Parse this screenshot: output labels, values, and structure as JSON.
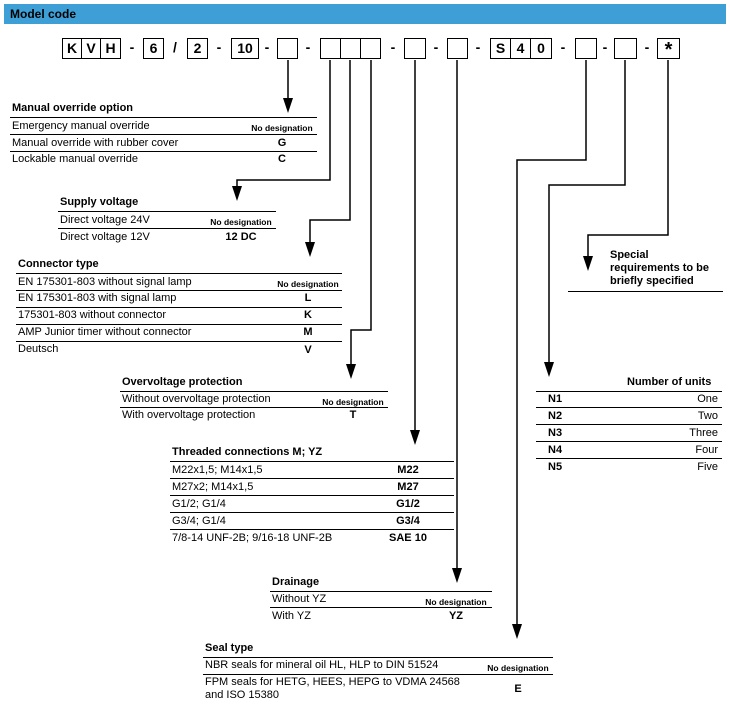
{
  "header": {
    "title": "Model code"
  },
  "model_code": {
    "boxes": [
      "K",
      "V",
      "H",
      "6",
      "2",
      "10",
      "",
      "",
      "",
      "",
      "",
      "",
      "S",
      "4",
      "0",
      "",
      "",
      "*"
    ],
    "separators": [
      "-",
      "/",
      "-",
      "-",
      "-",
      "-",
      "-",
      "-",
      "-",
      "-"
    ]
  },
  "manual_override": {
    "title": "Manual override option",
    "rows": [
      {
        "label": "Emergency manual override",
        "code": "No designation"
      },
      {
        "label": "Manual override with rubber cover",
        "code": "G"
      },
      {
        "label": "Lockable manual override",
        "code": "C"
      }
    ]
  },
  "supply_voltage": {
    "title": "Supply voltage",
    "rows": [
      {
        "label": "Direct voltage 24V",
        "code": "No designation"
      },
      {
        "label": "Direct voltage 12V",
        "code": "12 DC"
      }
    ]
  },
  "connector_type": {
    "title": "Connector type",
    "rows": [
      {
        "label": "EN 175301-803 without signal lamp",
        "code": "No designation"
      },
      {
        "label": "EN 175301-803 with signal lamp",
        "code": "L"
      },
      {
        "label": " 175301-803 without connector",
        "code": "K"
      },
      {
        "label": "AMP Junior timer without connector",
        "code": "M"
      },
      {
        "label": "Deutsch",
        "code": "V"
      }
    ]
  },
  "overvoltage": {
    "title": "Overvoltage protection",
    "rows": [
      {
        "label": "Without overvoltage protection",
        "code": "No designation"
      },
      {
        "label": "With overvoltage protection",
        "code": "T"
      }
    ]
  },
  "threaded": {
    "title": "Threaded connections M; YZ",
    "rows": [
      {
        "label": "M22x1,5; M14x1,5",
        "code": "M22"
      },
      {
        "label": "M27x2; M14x1,5",
        "code": "M27"
      },
      {
        "label": "G1/2; G1/4",
        "code": "G1/2"
      },
      {
        "label": "G3/4; G1/4",
        "code": "G3/4"
      },
      {
        "label": "7/8-14 UNF-2B; 9/16-18 UNF-2B",
        "code": "SAE 10"
      }
    ]
  },
  "drainage": {
    "title": "Drainage",
    "rows": [
      {
        "label": "Without YZ",
        "code": "No designation"
      },
      {
        "label": "With YZ",
        "code": "YZ"
      }
    ]
  },
  "seal_type": {
    "title": "Seal type",
    "rows": [
      {
        "label": "NBR seals for mineral oil HL, HLP to DIN 51524",
        "code": "No designation"
      },
      {
        "label_line1": "FPM seals for HETG, HEES, HEPG to VDMA 24568",
        "label_line2": "and ISO 15380",
        "code": "E"
      }
    ]
  },
  "special": {
    "line1": "Special",
    "line2": "requirements to be",
    "line3": "briefly specified"
  },
  "units": {
    "title": "Number of units",
    "rows": [
      {
        "code": "N1",
        "label": "One"
      },
      {
        "code": "N2",
        "label": "Two"
      },
      {
        "code": "N3",
        "label": "Three"
      },
      {
        "code": "N4",
        "label": "Four"
      },
      {
        "code": "N5",
        "label": "Five"
      }
    ]
  }
}
